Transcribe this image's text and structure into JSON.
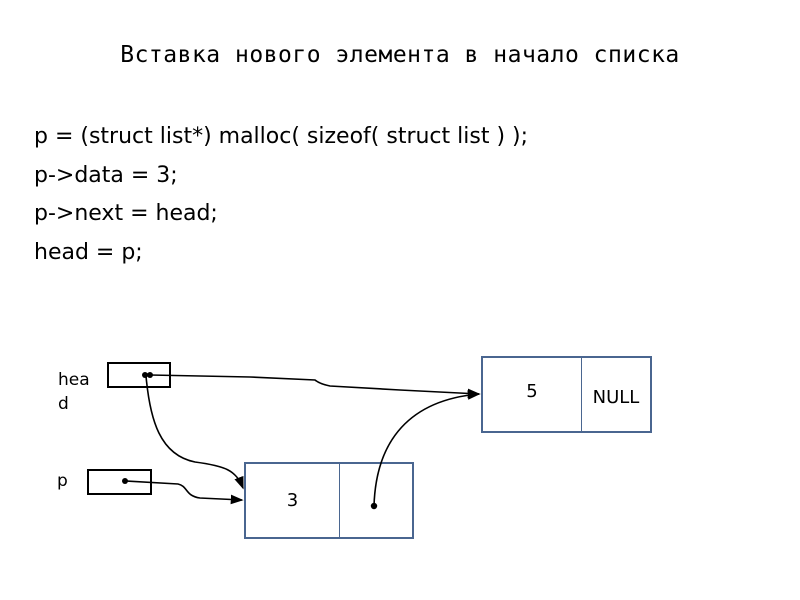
{
  "slide": {
    "title": "Вставка нового элемента в начало списка",
    "code_lines": [
      "p = (struct list*) malloc( sizeof( struct list ) );",
      "p->data = 3;",
      "p->next = head;",
      "head = p;"
    ]
  },
  "diagram": {
    "pointers": [
      {
        "name": "head",
        "label_line1": "hea",
        "label_line2": "d"
      },
      {
        "name": "p",
        "label": "p"
      }
    ],
    "nodes": [
      {
        "id": "new_node",
        "data": "3",
        "next": ""
      },
      {
        "id": "old_head",
        "data": "5",
        "next": "NULL"
      }
    ],
    "colors": {
      "node_border": "#4a6690",
      "pointer_border": "#000000",
      "arrow": "#000000"
    }
  }
}
